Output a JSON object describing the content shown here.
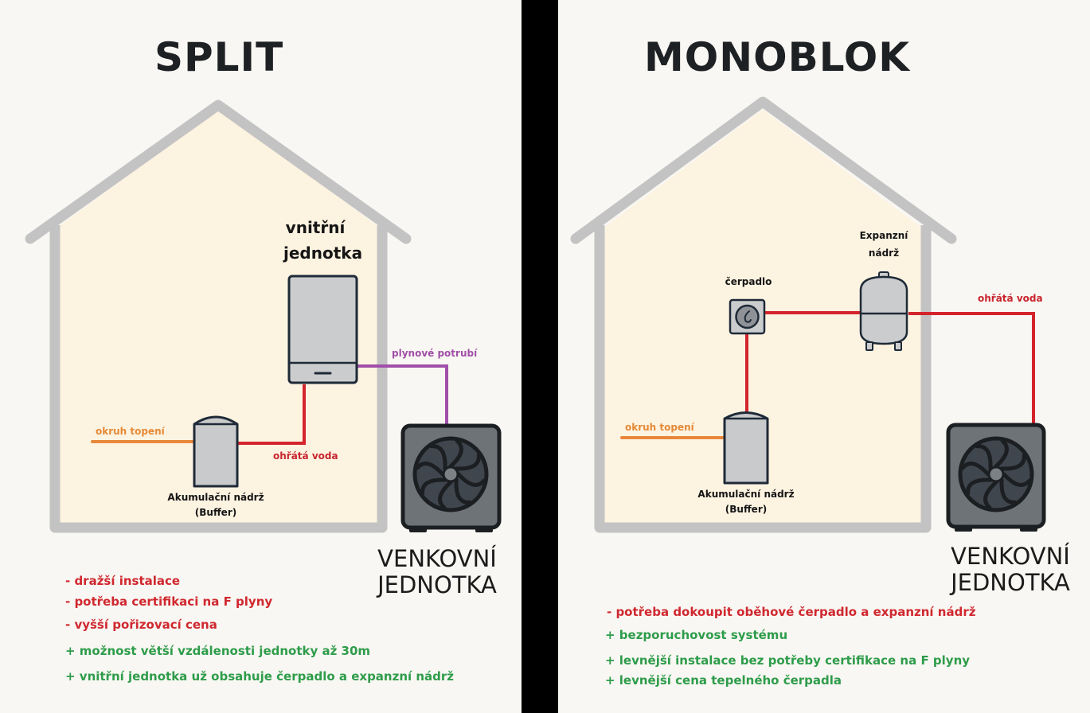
{
  "colors": {
    "background": "#f9f7f3",
    "house_fill": "#fdf3e1",
    "house_outline": "#c3c3c3",
    "divider": "#000000",
    "hot_water_pipe": "#d4242c",
    "heating_circuit_pipe": "#e8883a",
    "gas_pipe": "#a04fa8",
    "con_text": "#d0282f",
    "pro_text": "#2e9c4a"
  },
  "split": {
    "title": "SPLIT",
    "indoor_unit_label_line1": "vnitřní",
    "indoor_unit_label_line2": "jednotka",
    "gas_pipe_label": "plynové potrubí",
    "hot_water_label": "ohřátá voda",
    "heating_circuit_label": "okruh topení",
    "buffer_label_line1": "Akumulační nádrž",
    "buffer_label_line2": "(Buffer)",
    "outdoor_unit_line1": "VENKOVNÍ",
    "outdoor_unit_line2": "JEDNOTKA",
    "cons": [
      "- dražší instalace",
      "- potřeba certifikaci na F plyny",
      "- vyšší pořizovací cena"
    ],
    "pros": [
      "+ možnost větší vzdálenosti jednotky až 30m",
      "+ vnitřní jednotka už obsahuje čerpadlo a expanzní nádrž"
    ]
  },
  "monoblok": {
    "title": "MONOBLOK",
    "expansion_tank_label_line1": "Expanzní",
    "expansion_tank_label_line2": "nádrž",
    "pump_label": "čerpadlo",
    "hot_water_label": "ohřátá voda",
    "heating_circuit_label": "okruh topení",
    "buffer_label_line1": "Akumulační nádrž",
    "buffer_label_line2": "(Buffer)",
    "outdoor_unit_line1": "VENKOVNÍ",
    "outdoor_unit_line2": "JEDNOTKA",
    "cons": [
      "- potřeba dokoupit oběhové čerpadlo a expanzní nádrž"
    ],
    "pros": [
      "+ bezporuchovost systému",
      "+ levnější instalace bez potřeby certifikace na F plyny",
      "+ levnější cena tepelného čerpadla"
    ]
  }
}
